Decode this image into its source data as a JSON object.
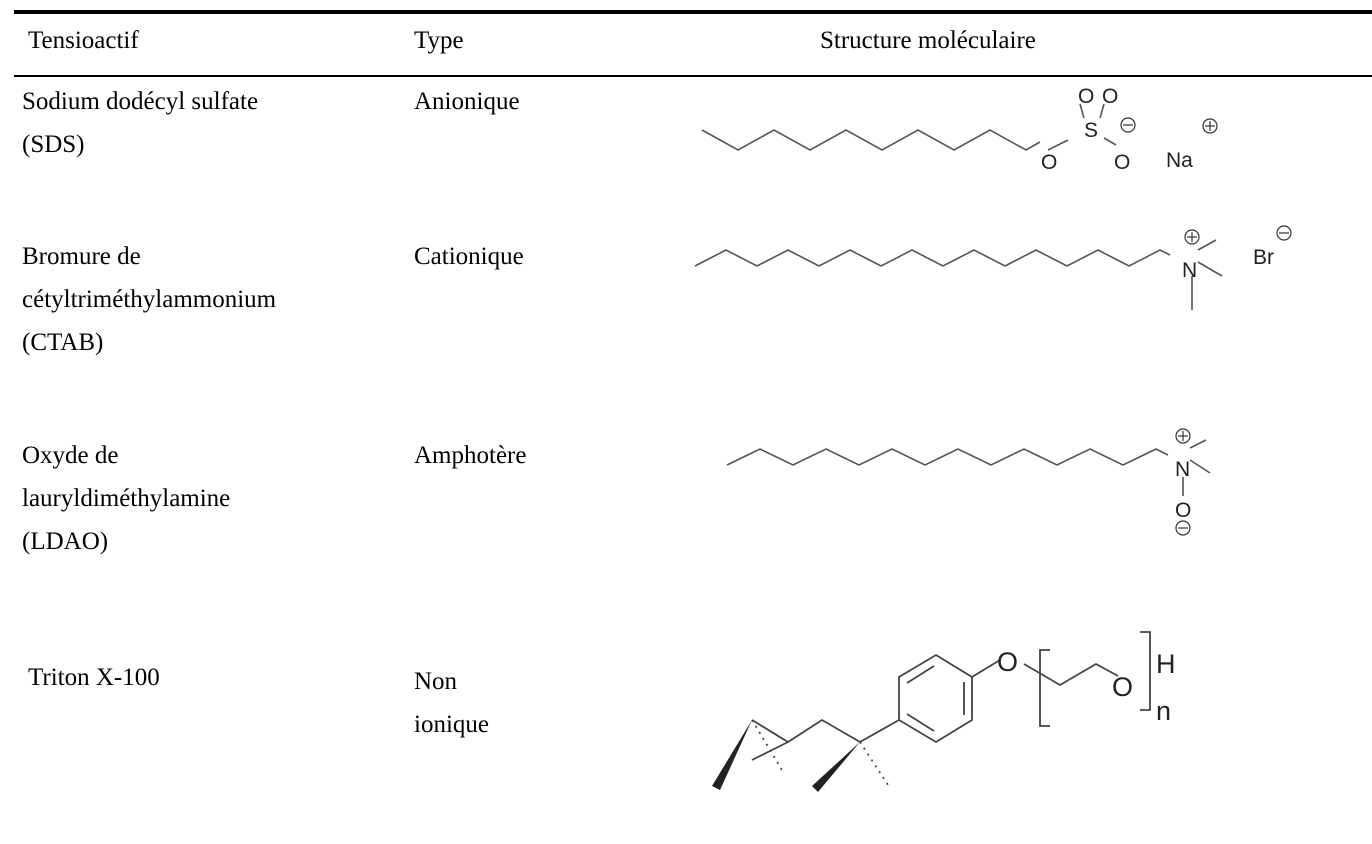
{
  "table": {
    "headers": [
      "Tensioactif",
      "Type",
      "Structure moléculaire"
    ],
    "rows": [
      {
        "name": [
          "Sodium dodécyl sulfate",
          "(SDS)"
        ],
        "type": [
          "Anionique"
        ],
        "atoms": {
          "o1": "O",
          "o2": "O",
          "s": "S",
          "o3": "O",
          "o4": "O",
          "cation": "Na"
        }
      },
      {
        "name": [
          "Bromure de",
          "cétyltriméthylammonium",
          "(CTAB)"
        ],
        "type": [
          "Cationique"
        ],
        "atoms": {
          "n": "N",
          "anion": "Br"
        }
      },
      {
        "name": [
          "Oxyde de",
          "lauryldiméthylamine",
          "(LDAO)"
        ],
        "type": [
          "Amphotère"
        ],
        "atoms": {
          "n": "N",
          "o": "O"
        }
      },
      {
        "name": [
          "Triton X-100"
        ],
        "type": [
          "Non",
          "ionique"
        ],
        "atoms": {
          "o1": "O",
          "o2": "O",
          "h": "H",
          "n": "n"
        }
      }
    ]
  }
}
